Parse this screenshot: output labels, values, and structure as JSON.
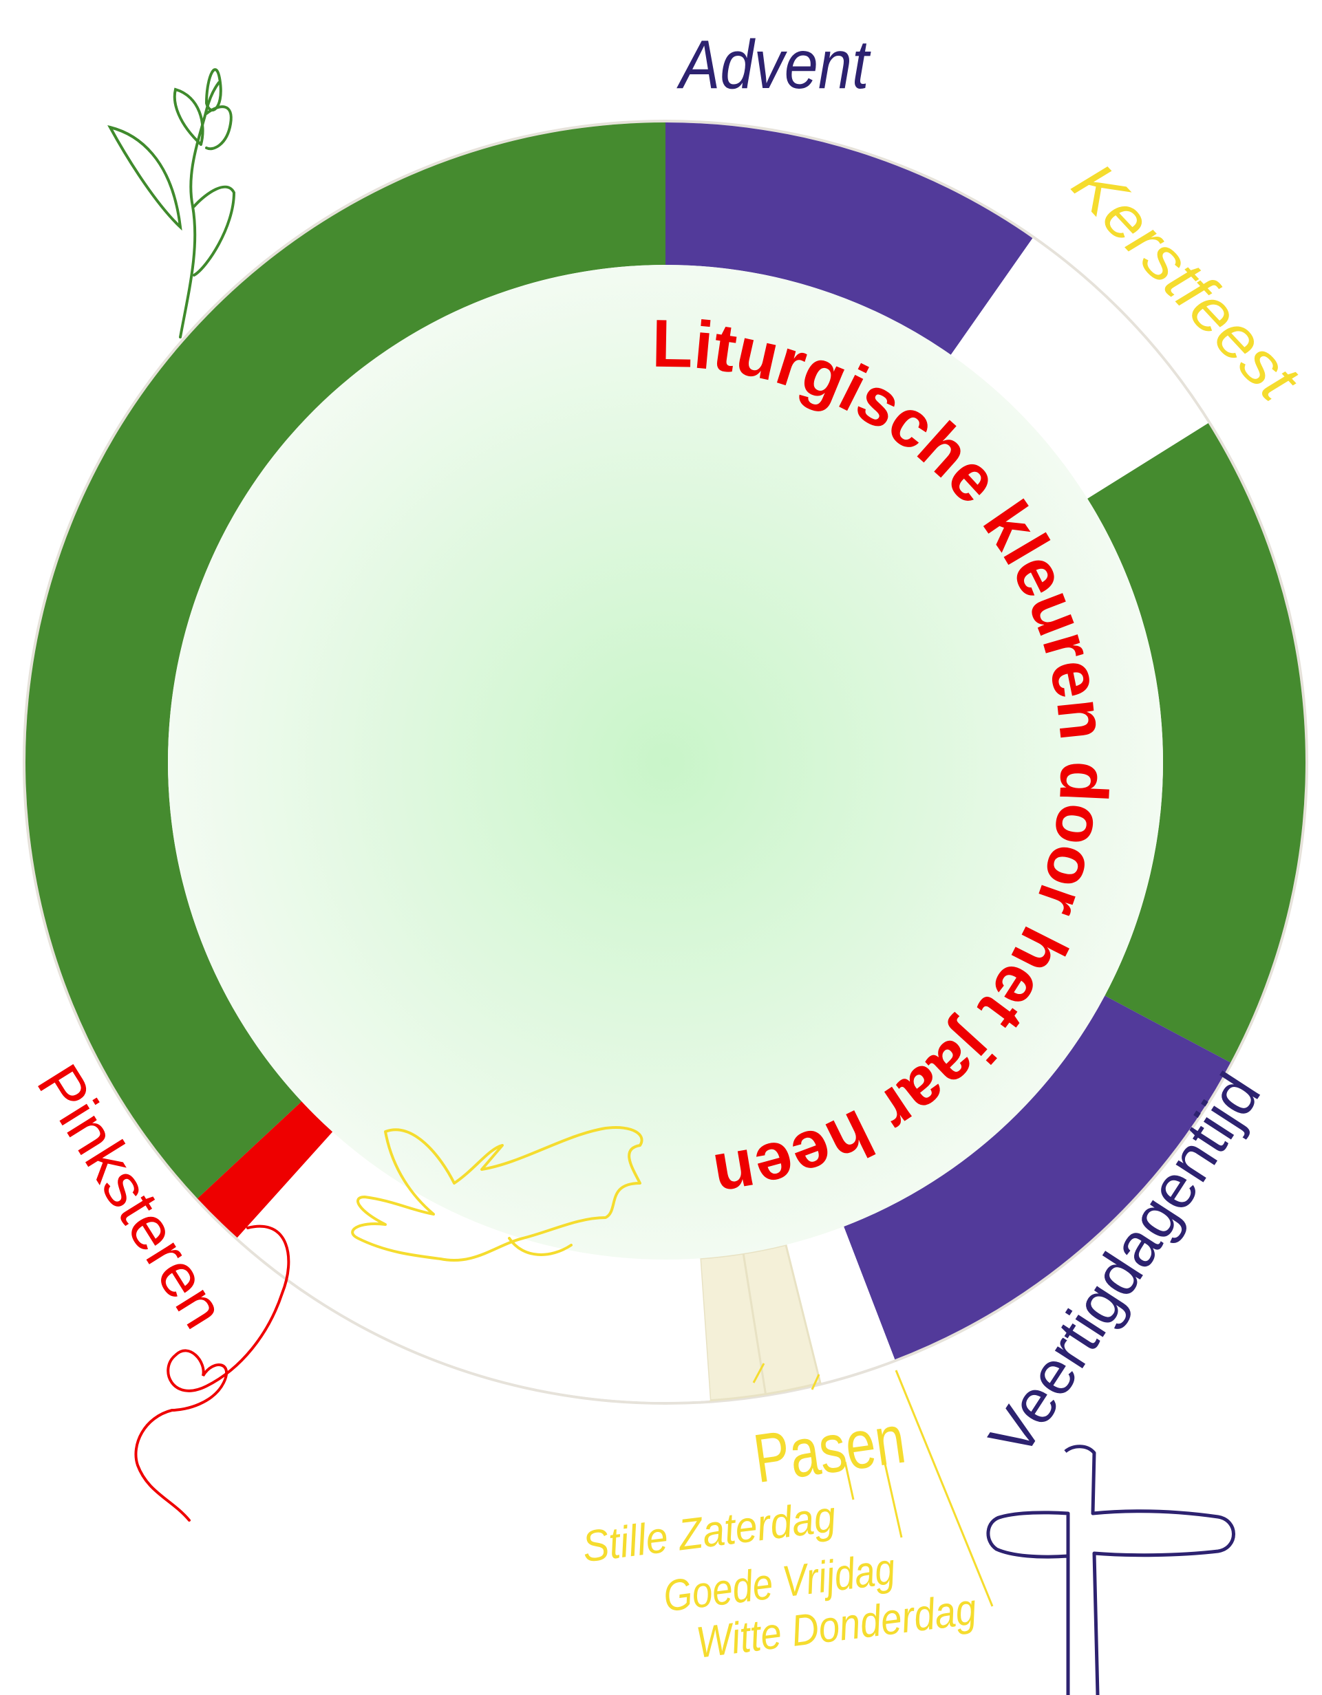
{
  "title": "Liturgische kleuren door het jaar heen",
  "colors": {
    "green": "#458b2f",
    "purple": "#523a9a",
    "red": "#ee0000",
    "white": "#ffffff",
    "cream": "#f4f0d8",
    "yellow": "#f5dc2e",
    "dark_purple": "#2d2270",
    "inner_center": "#c9f5c9",
    "inner_edge": "#f2fbf1"
  },
  "segments": [
    {
      "name": "advent",
      "color": "purple",
      "start_deg": 0,
      "end_deg": 35
    },
    {
      "name": "kerstfeest",
      "color": "white",
      "start_deg": 35,
      "end_deg": 58
    },
    {
      "name": "tijd-na-epifanie",
      "color": "green",
      "start_deg": 58,
      "end_deg": 118
    },
    {
      "name": "veertigdagentijd",
      "color": "purple",
      "start_deg": 118,
      "end_deg": 159
    },
    {
      "name": "witte-donderdag",
      "color": "white",
      "start_deg": 159,
      "end_deg": 166
    },
    {
      "name": "goede-vrijdag",
      "color": "cream",
      "start_deg": 166,
      "end_deg": 171
    },
    {
      "name": "stille-zaterdag",
      "color": "cream",
      "start_deg": 171,
      "end_deg": 176
    },
    {
      "name": "pasen",
      "color": "white",
      "start_deg": 176,
      "end_deg": 222
    },
    {
      "name": "pinksteren",
      "color": "red",
      "start_deg": 222,
      "end_deg": 227
    },
    {
      "name": "tijd-na-pinksteren",
      "color": "green",
      "start_deg": 227,
      "end_deg": 360
    }
  ],
  "labels": {
    "advent": "Advent",
    "kerstfeest": "Kerstfeest",
    "veertigdagentijd": "Veertigdagentijd",
    "pinksteren": "Pinksteren",
    "pasen": "Pasen",
    "stille_zaterdag": "Stille Zaterdag",
    "goede_vrijdag": "Goede Vrijdag",
    "witte_donderdag": "Witte Donderdag"
  },
  "icons": [
    "plant-sprig-icon",
    "dove-icon",
    "heart-ribbon-icon",
    "cross-icon"
  ]
}
